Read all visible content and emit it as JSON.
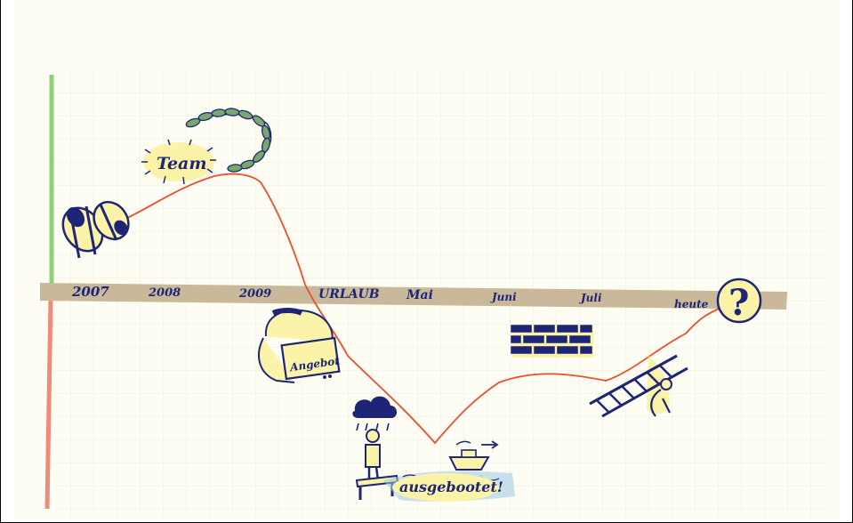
{
  "timeline": {
    "labels": [
      "2007",
      "2008",
      "2009",
      "URLAUB",
      "Mai",
      "Juni",
      "Juli",
      "heute"
    ]
  },
  "annotations": {
    "team": "Team",
    "offer": "Angebot",
    "ousted": "ausgebootet!",
    "question": "?"
  },
  "colors": {
    "paper": "#fdfdf3",
    "grid": "#e7ecdc",
    "axis_positive": "#8fd07a",
    "axis_negative": "#f08a7a",
    "timeline_band": "#c9b99a",
    "curve": "#ee4e2e",
    "ink": "#1e2577",
    "highlight": "#fbf3a8",
    "sea": "#9bc9e6",
    "leaf": "#7aa86a"
  },
  "icons": [
    "binoculars-icon",
    "laurel-wreath-icon",
    "offer-card-person-icon",
    "rain-cloud-person-icon",
    "jetty-icon",
    "boat-icon",
    "brick-wall-icon",
    "ladder-climber-icon",
    "question-circle-icon"
  ]
}
